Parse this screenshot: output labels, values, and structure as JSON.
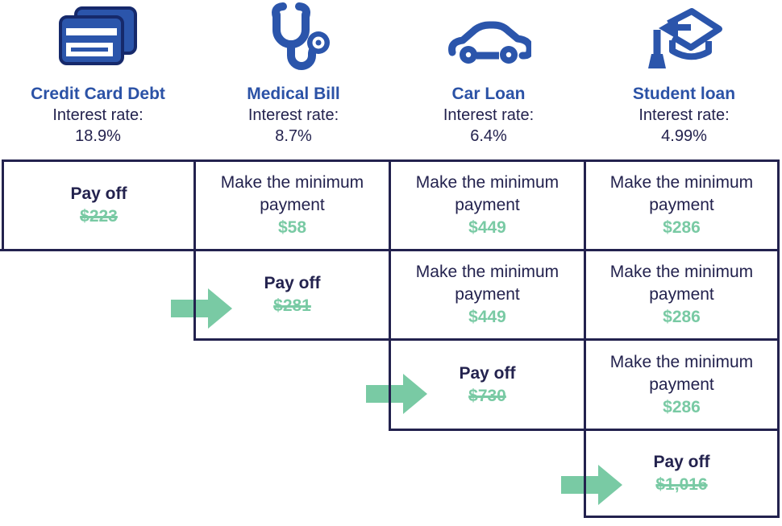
{
  "colors": {
    "brand_blue": "#2B52A6",
    "icon_blue": "#2B55AB",
    "icon_outline": "#16296B",
    "navy": "#23224E",
    "green": "#79CAA4"
  },
  "columns": [
    {
      "icon": "credit-card-icon",
      "title": "Credit Card Debt",
      "interest_label": "Interest rate:",
      "interest_rate": "18.9%"
    },
    {
      "icon": "stethoscope-icon",
      "title": "Medical Bill",
      "interest_label": "Interest rate:",
      "interest_rate": "8.7%"
    },
    {
      "icon": "car-icon",
      "title": "Car Loan",
      "interest_label": "Interest rate:",
      "interest_rate": "6.4%"
    },
    {
      "icon": "graduation-cap-icon",
      "title": "Student loan",
      "interest_label": "Interest rate:",
      "interest_rate": "4.99%"
    }
  ],
  "table": {
    "rows": [
      {
        "cells": [
          {
            "column": "Credit Card Debt",
            "type": "payoff",
            "label": "Pay off",
            "amount": "$223",
            "amount_struck_through": true
          },
          {
            "column": "Medical Bill",
            "type": "minimum",
            "label": "Make the minimum payment",
            "amount": "$58"
          },
          {
            "column": "Car Loan",
            "type": "minimum",
            "label": "Make the minimum payment",
            "amount": "$449"
          },
          {
            "column": "Student loan",
            "type": "minimum",
            "label": "Make the minimum payment",
            "amount": "$286"
          }
        ]
      },
      {
        "arrow": "arrow-right-icon",
        "cells": [
          {
            "column": "Medical Bill",
            "type": "payoff",
            "label": "Pay off",
            "amount": "$281",
            "amount_struck_through": true
          },
          {
            "column": "Car Loan",
            "type": "minimum",
            "label": "Make the minimum payment",
            "amount": "$449"
          },
          {
            "column": "Student loan",
            "type": "minimum",
            "label": "Make the minimum payment",
            "amount": "$286"
          }
        ]
      },
      {
        "arrow": "arrow-right-icon",
        "cells": [
          {
            "column": "Car Loan",
            "type": "payoff",
            "label": "Pay off",
            "amount": "$730",
            "amount_struck_through": true
          },
          {
            "column": "Student loan",
            "type": "minimum",
            "label": "Make the minimum payment",
            "amount": "$286"
          }
        ]
      },
      {
        "arrow": "arrow-right-icon",
        "cells": [
          {
            "column": "Student loan",
            "type": "payoff",
            "label": "Pay off",
            "amount": "$1,016",
            "amount_struck_through": true
          }
        ]
      }
    ]
  }
}
